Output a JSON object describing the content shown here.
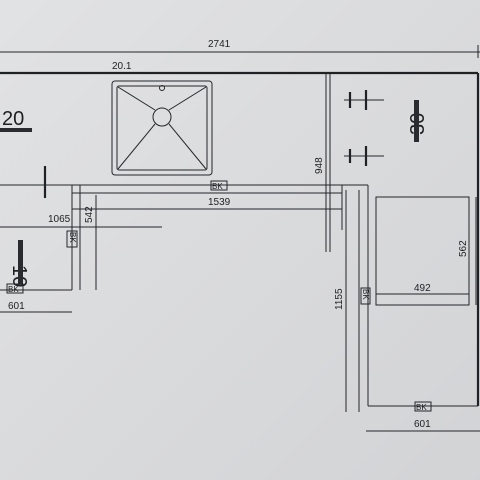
{
  "drawing": {
    "overall_width": "2741",
    "sink_label": "20.1",
    "sink_run": "1539",
    "left_offset": "1065",
    "left_depth": "542",
    "left_panel_width": "601",
    "right_depth": "948",
    "right_run": "1155",
    "appliance_width": "492",
    "appliance_depth": "562",
    "right_panel_width": "601",
    "label_20": "20",
    "label_30": "30",
    "label_10": "10",
    "bk_tag": "BK"
  }
}
